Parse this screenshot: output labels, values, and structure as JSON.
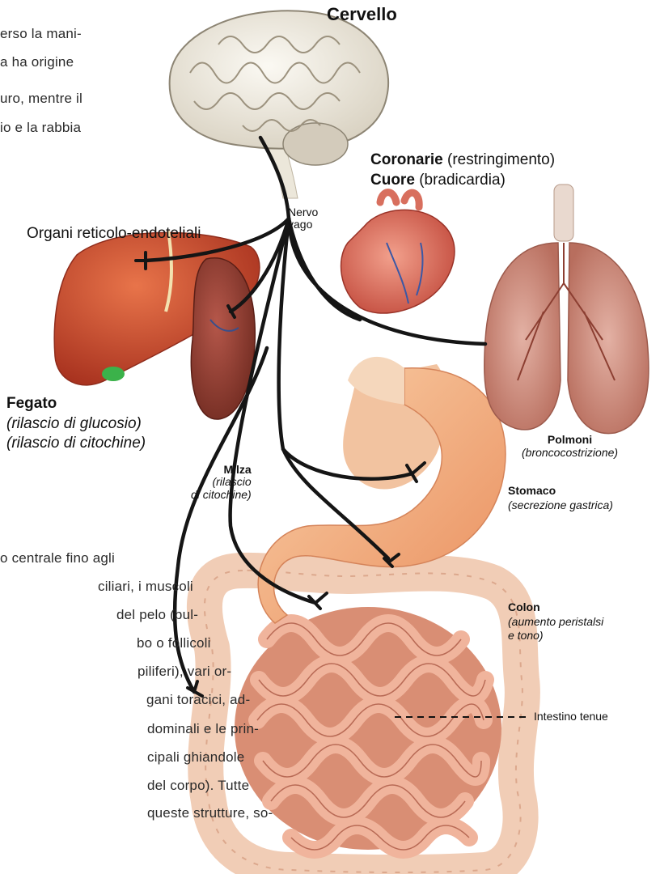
{
  "body_text": {
    "top_lines": [
      "erso la mani-",
      "a ha origine",
      "uro, mentre il",
      "io e la rabbia"
    ],
    "bottom_lines": [
      "o centrale fino agli",
      "ciliari, i muscoli",
      "del pelo (bul-",
      "bo o follicoli",
      "piliferi), vari or-",
      "gani toracici, ad-",
      "dominali e le prin-",
      "cipali ghiandole",
      "del corpo). Tutte",
      "queste strutture, so-"
    ]
  },
  "labels": {
    "brain": "Cervello",
    "coronary_bold": "Coronarie",
    "coronary_note": "(restringimento)",
    "heart_bold": "Cuore",
    "heart_note": "(bradicardia)",
    "nerve_line1": "Nervo",
    "nerve_line2": "vago",
    "reticulo": "Organi reticolo-endoteliali",
    "liver": "Fegato",
    "liver_note1": "(rilascio di glucosio)",
    "liver_note2": "(rilascio di citochine)",
    "spleen": "Milza",
    "spleen_note1": "(rilascio",
    "spleen_note2": "di citochine)",
    "lungs": "Polmoni",
    "lungs_note": "(broncocostrizione)",
    "stomach": "Stomaco",
    "stomach_note": "(secrezione gastrica)",
    "colon": "Colon",
    "colon_note1": "(aumento peristalsi",
    "colon_note2": "e tono)",
    "small_intestine": "Intestino tenue"
  },
  "colors": {
    "nerve": "#151515",
    "brain": "#f1ede3",
    "heart": "#dd6a58",
    "liver": "#c9442e",
    "spleen": "#8e3a2c",
    "lungs": "#cc8c7c",
    "stomach": "#f1a477",
    "intestine": "#e9a488",
    "colon": "#f3d2bc"
  }
}
